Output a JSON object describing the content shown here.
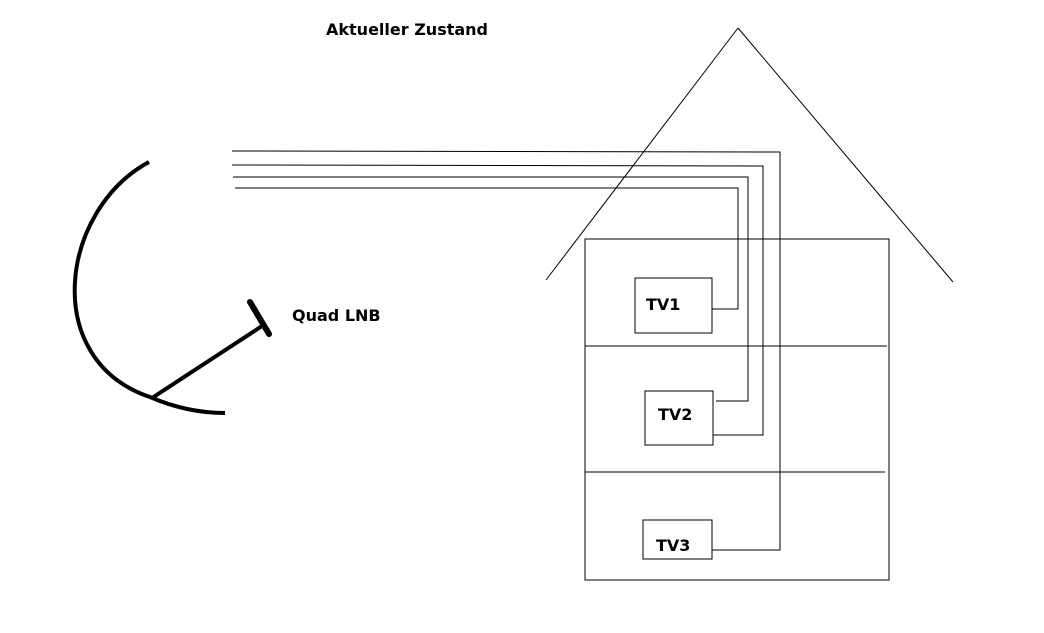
{
  "title": "Aktueller Zustand",
  "lnb_label": "Quad LNB",
  "tvs": [
    {
      "label": "TV1"
    },
    {
      "label": "TV2"
    },
    {
      "label": "TV3"
    }
  ],
  "cable_count": 4,
  "colors": {
    "stroke": "#000000",
    "background": "#ffffff"
  }
}
